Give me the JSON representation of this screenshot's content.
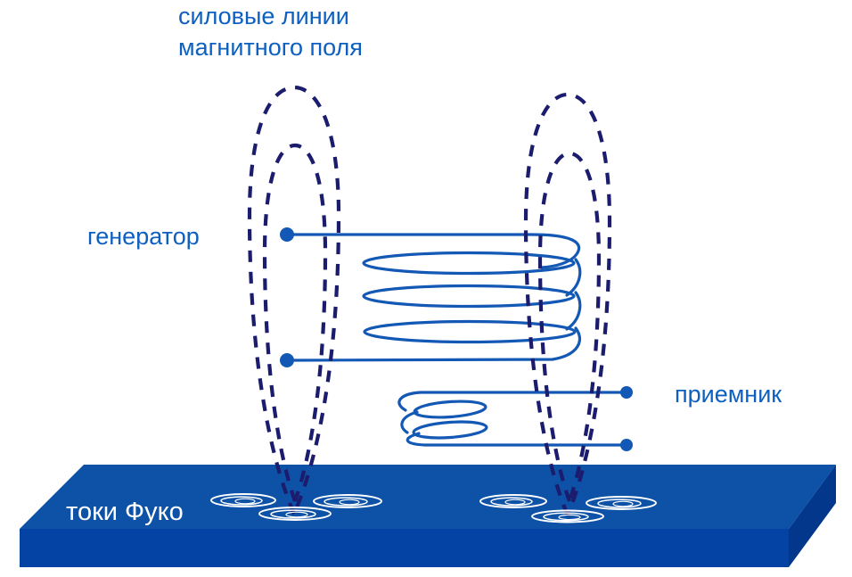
{
  "labels": {
    "field_lines_line1": "силовые линии",
    "field_lines_line2": "магнитного поля",
    "generator": "генератор",
    "receiver": "приемник",
    "eddy_currents": "токи Фуко"
  },
  "colors": {
    "label_blue": "#0d60c0",
    "wire_blue": "#1358b4",
    "dash_navy": "#1c1c6e",
    "slab_top": "#0d52a6",
    "slab_front": "#0443a3",
    "slab_right": "#03378c",
    "eddy_swirl_white": "#ffffff",
    "background": "#ffffff"
  }
}
